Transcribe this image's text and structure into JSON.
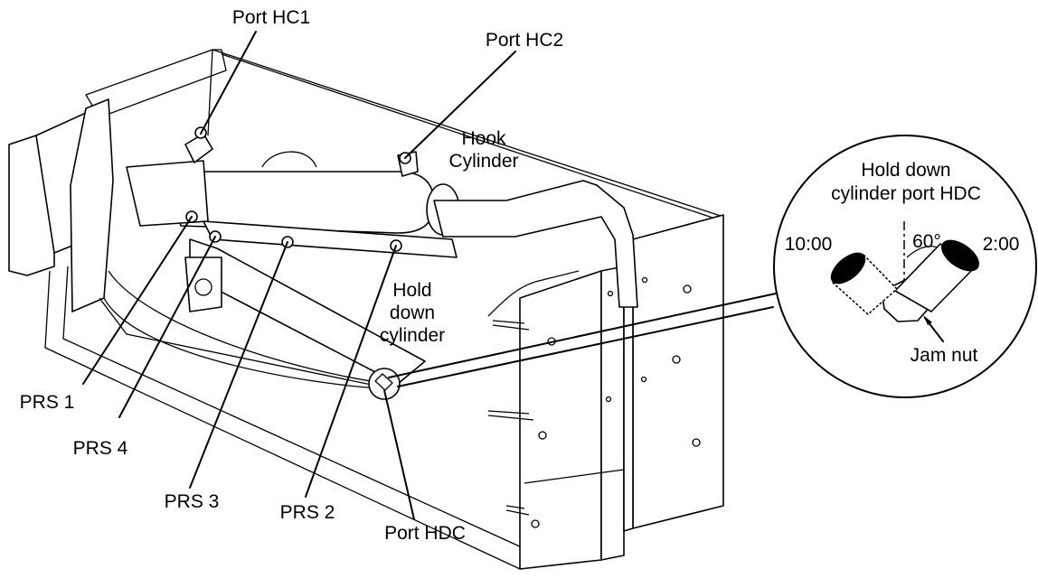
{
  "labels": {
    "port_hc1": "Port HC1",
    "port_hc2": "Port HC2",
    "hook_cylinder_line1": "Hook",
    "hook_cylinder_line2": "Cylinder",
    "hold_down_line1": "Hold",
    "hold_down_line2": "down",
    "hold_down_line3": "cylinder",
    "prs1": "PRS 1",
    "prs4": "PRS 4",
    "prs3": "PRS 3",
    "prs2": "PRS 2",
    "port_hdc": "Port HDC"
  },
  "detail": {
    "title_line1": "Hold down",
    "title_line2": "cylinder port HDC",
    "left_position": "10:00",
    "right_position": "2:00",
    "angle": "60°",
    "jam_nut": "Jam nut"
  }
}
